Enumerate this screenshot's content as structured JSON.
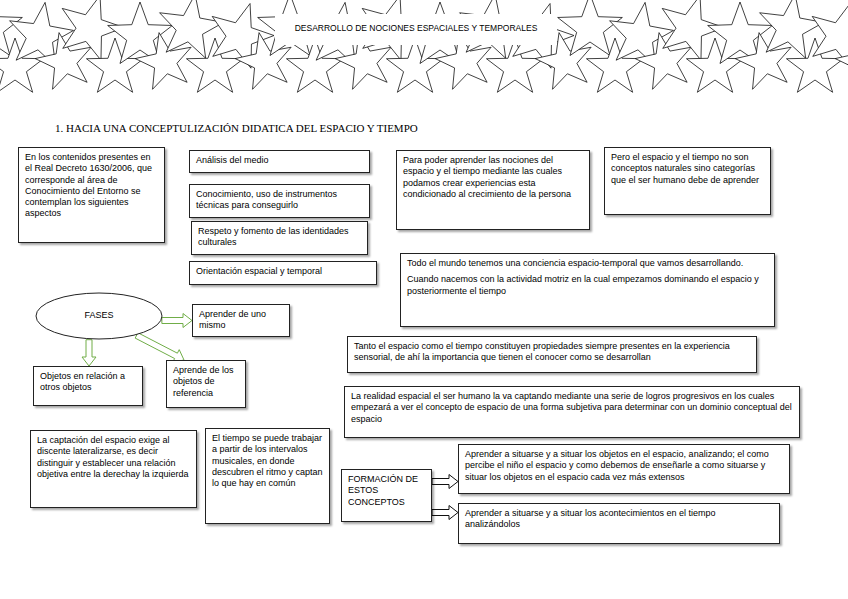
{
  "diagram": {
    "title": "DESARROLLO DE NOCIONES ESPACIALES Y TEMPORALES",
    "nodes": [
      {
        "text": [
          "En los contenidos presentes en el Real Decreto 1630/2006, que corresponde al área de Conocimiento del Entorno se contemplan los siguientes aspectos"
        ]
      },
      {
        "text": [
          "Análisis del medio"
        ]
      },
      {
        "text": [
          "Conocimiento, uso de instrumentos técnicas para conseguirlo"
        ]
      },
      {
        "text": [
          "Respeto y fomento de las identidades culturales"
        ]
      },
      {
        "text": [
          "Orientación espacial y temporal"
        ]
      },
      {
        "text": [
          "Para poder aprender las nociones del espacio y el tiempo mediante las cuales podamos crear experiencias esta condicionado al crecimiento de la persona"
        ]
      },
      {
        "text": [
          "Pero el espacio y el tiempo no son conceptos naturales sino categorías que el ser humano debe de aprender"
        ]
      },
      {
        "text": [
          "Todo el mundo tenemos una conciencia espacio-temporal que vamos desarrollando.",
          "Cuando nacemos con la actividad motriz en la cual empezamos dominando el espacio y posteriormente el tiempo"
        ]
      },
      {
        "text": [
          "FASES"
        ]
      },
      {
        "text": [
          "Aprender de uno mismo"
        ]
      },
      {
        "text": [
          "Objetos en relación a otros objetos"
        ]
      },
      {
        "text": [
          "Aprende de los objetos de referencia"
        ]
      },
      {
        "text": [
          "Tanto el espacio como el tiempo constituyen propiedades siempre presentes en la experiencia sensorial, de ahí la importancia que tienen el conocer como se desarrollan"
        ]
      },
      {
        "text": [
          "La realidad espacial el ser humano la va captando mediante una serie de logros progresivos en los cuales empezará a ver el concepto de espacio de una forma subjetiva para determinar con un dominio conceptual del espacio"
        ]
      },
      {
        "text": [
          "La captación del espacio exige al discente lateralizarse, es decir distinguir y establecer una relación objetiva entre la derechay la izquierda"
        ]
      },
      {
        "text": [
          "El tiempo se puede trabajar a partir de los intervalos musicales, en donde descubren el ritmo y captan lo que hay en común"
        ]
      },
      {
        "text": [
          "FORMACIÓN DE ESTOS CONCEPTOS"
        ]
      },
      {
        "text": [
          "Aprender a situarse y a situar los objetos en el espacio, analizando; el como percibe el niño el espacio y como debemos de enseñarle a como situarse y situar los objetos en el espacio cada vez más extensos"
        ]
      },
      {
        "text": [
          "Aprender a situarse y a situar los acontecimientos en el tiempo analizándolos"
        ]
      }
    ],
    "edges": [
      {
        "from": 8,
        "to": 9,
        "arrow": "to"
      },
      {
        "from": 8,
        "to": 10,
        "arrow": "to"
      },
      {
        "from": 8,
        "to": 11,
        "arrow": "to"
      },
      {
        "from": 16,
        "to": 17,
        "arrow": "to"
      },
      {
        "from": 16,
        "to": 18,
        "arrow": "to"
      }
    ],
    "labels": [
      "1.   HACIA UNA CONCEPTULIZACIÓN DIDATICA DEL ESPACIO Y TIEMPO"
    ]
  }
}
